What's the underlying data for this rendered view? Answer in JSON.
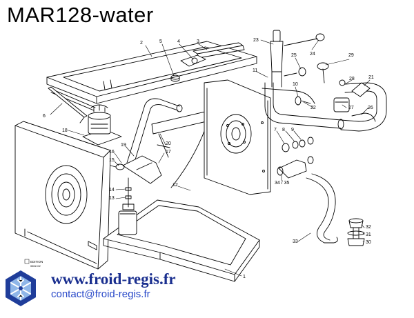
{
  "title": "MAR128-water",
  "part_numbers": [
    "1",
    "2",
    "3",
    "4",
    "5",
    "6",
    "7",
    "8",
    "9",
    "10",
    "11",
    "12",
    "13",
    "14",
    "15",
    "16",
    "17",
    "18",
    "19",
    "20",
    "21",
    "22",
    "23",
    "24",
    "25",
    "26",
    "27",
    "28",
    "29",
    "30",
    "31",
    "32",
    "33",
    "34 / 35"
  ],
  "footer": {
    "url": "www.froid-regis.fr",
    "email": "contact@froid-regis.fr",
    "stamp_text": "EDITION",
    "stamp_code": "0602-02"
  },
  "colors": {
    "url": "#1a2f8f",
    "email": "#2747c8",
    "logo_blue": "#1f3d9a",
    "logo_light": "#8fb6e8"
  }
}
